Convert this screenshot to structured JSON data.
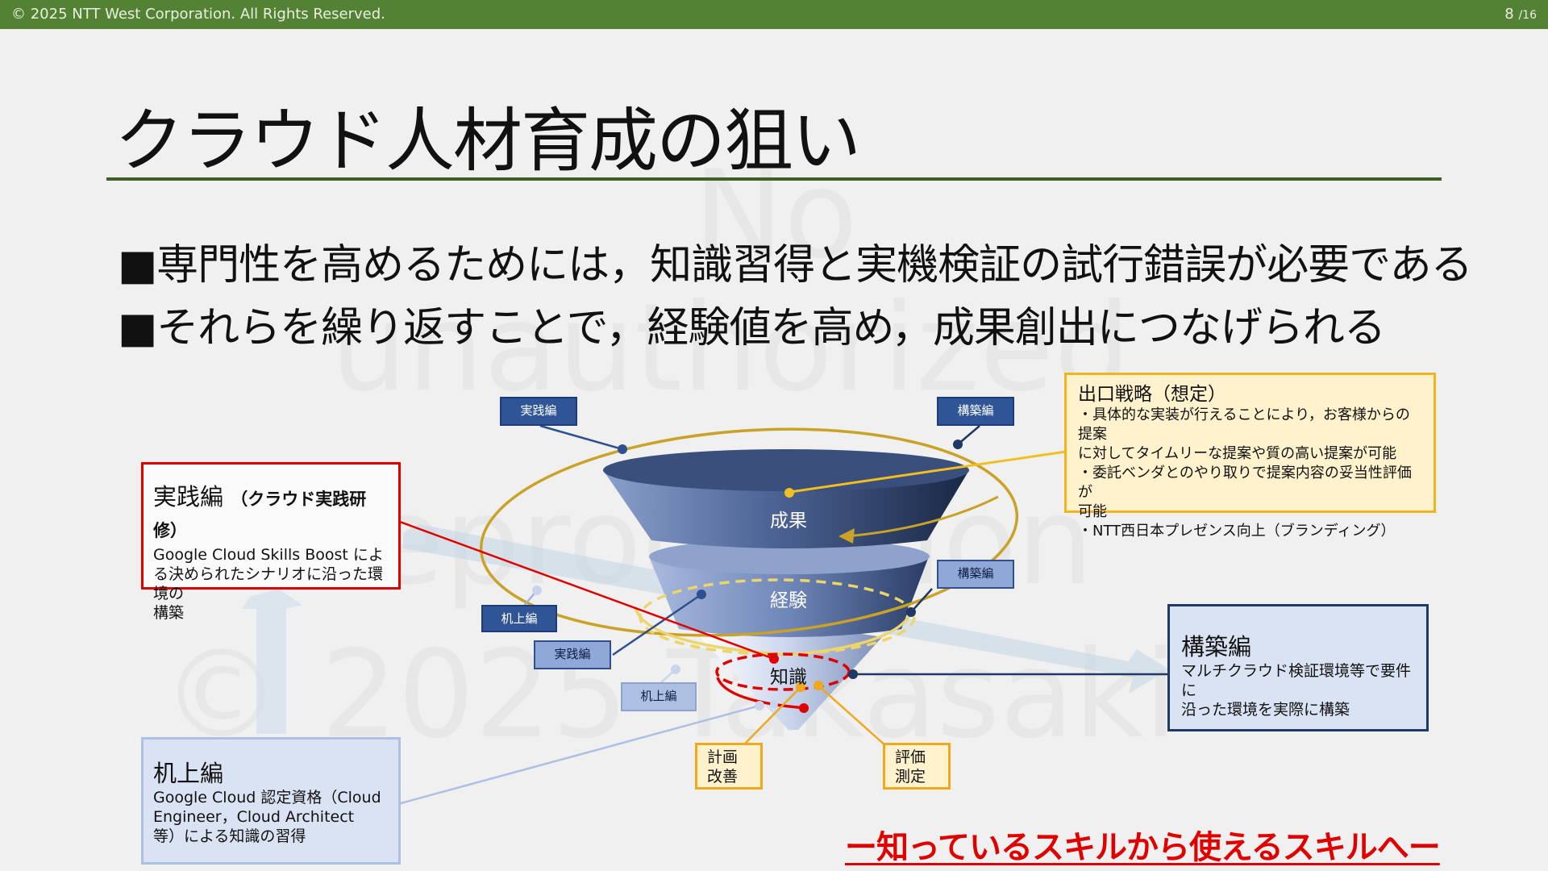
{
  "header": {
    "copyright": "© 2025 NTT  West Corporation. All Rights Reserved.",
    "page_number": "8",
    "page_total": "/16"
  },
  "title": "クラウド人材育成の狙い",
  "bullets": [
    "■専門性を高めるためには，知識習得と実機検証の試行錯誤が必要である",
    "■それらを繰り返すことで，経験値を高め，成果創出につなげられる"
  ],
  "watermark": [
    "No",
    "unauthorized",
    "reproduction",
    "© 2025 Takasaki"
  ],
  "funnel_labels": {
    "result": "成果",
    "experience": "経験",
    "knowledge": "知識"
  },
  "tags": {
    "practice_top": "実践編",
    "build_top": "構築編",
    "build_mid": "構築編",
    "desk_1": "机上編",
    "practice_mid": "実践編",
    "desk_2": "机上編"
  },
  "cycle": {
    "plan": [
      "計画",
      "改善"
    ],
    "evaluate": [
      "評価",
      "測定"
    ]
  },
  "practice_box": {
    "heading": "実践編",
    "heading_note": "（クラウド実践研修）",
    "body": [
      "Google Cloud Skills Boost によ",
      "る決められたシナリオに沿った環境の",
      "構築"
    ]
  },
  "desk_box": {
    "heading": "机上編",
    "body": [
      "Google Cloud 認定資格（Cloud",
      "Engineer，Cloud Architect",
      "等）による知識の習得"
    ]
  },
  "build_box": {
    "heading": "構築編",
    "body": [
      "マルチクラウド検証環境等で要件に",
      "沿った環境を実際に構築"
    ]
  },
  "exit_box": {
    "heading": "出口戦略（想定）",
    "body": [
      "・具体的な実装が行えることにより，お客様からの提案",
      "に対してタイムリーな提案や質の高い提案が可能",
      "・委託ベンダとのやり取りで提案内容の妥当性評価が",
      "可能",
      "・NTT西日本プレゼンス向上（ブランディング）"
    ]
  },
  "slogan": "ー知っているスキルから使えるスキルへー",
  "colors": {
    "header_green": "#548235",
    "rule": "#3f5e28",
    "accent_red": "#e00000",
    "gold": "#c9a227",
    "navy": "#1f3864"
  }
}
